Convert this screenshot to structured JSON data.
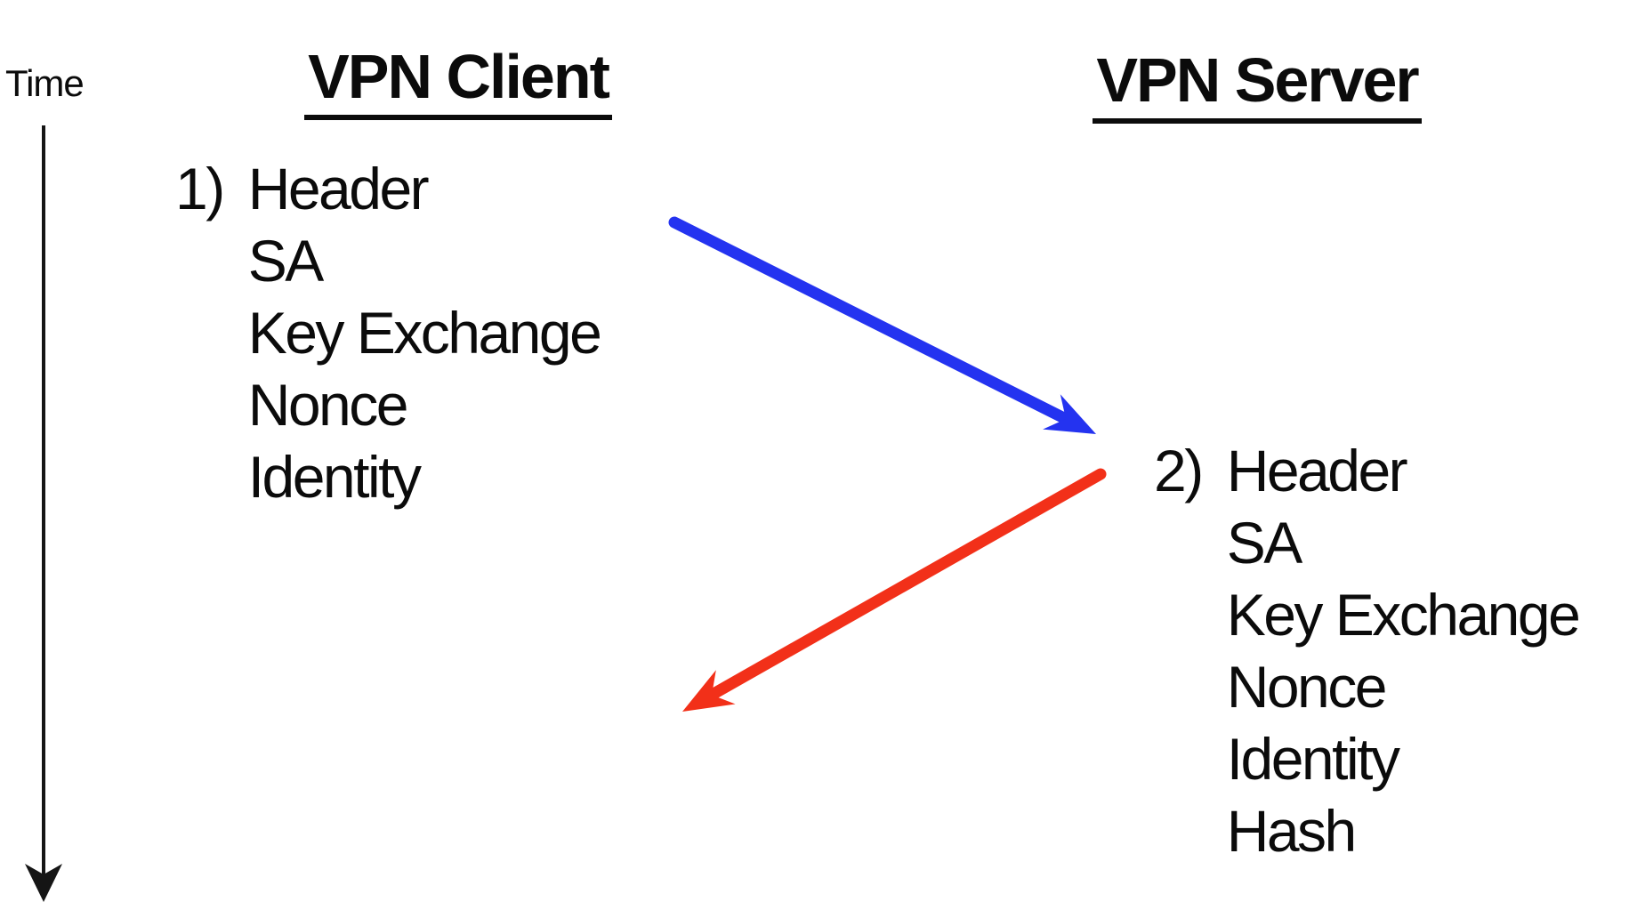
{
  "diagram": {
    "time_axis": {
      "label": "Time"
    },
    "client": {
      "title": "VPN Client",
      "step_number": "1)",
      "items": [
        "Header",
        "SA",
        "Key Exchange",
        "Nonce",
        "Identity"
      ]
    },
    "server": {
      "title": "VPN Server",
      "step_number": "2)",
      "items": [
        "Header",
        "SA",
        "Key Exchange",
        "Nonce",
        "Identity",
        "Hash"
      ]
    },
    "arrows": {
      "client_to_server_color": "#2433f0",
      "server_to_client_color": "#f23019",
      "time_axis_color": "#151515"
    }
  }
}
